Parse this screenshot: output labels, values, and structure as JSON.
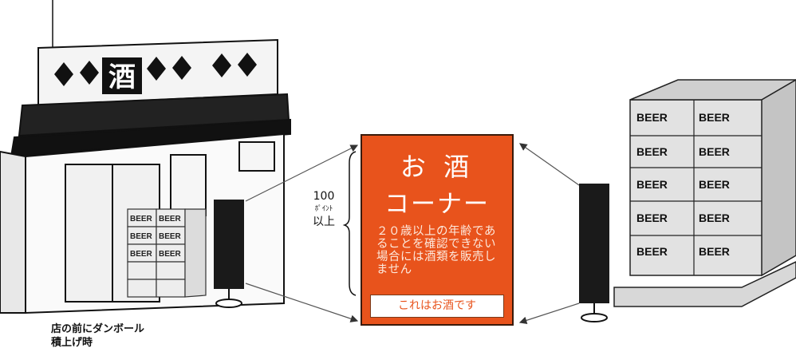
{
  "store": {
    "sign_char": "酒"
  },
  "boxes": {
    "label": "BEER"
  },
  "pop": {
    "title": "お 酒",
    "subtitle": "コーナー",
    "notice": "２０歳以上の年齢であることを確認できない場合には酒類を販売しません",
    "footer": "これはお酒です"
  },
  "annotations": {
    "height_value": "100",
    "height_unit": "ﾎﾟｲﾝﾄ",
    "height_suffix": "以上",
    "caption_line1": "店の前にダンボール",
    "caption_line2": "積上げ時"
  },
  "colors": {
    "sign_bg": "#e8531c",
    "ink": "#111111",
    "panel": "#1a1a1a"
  }
}
